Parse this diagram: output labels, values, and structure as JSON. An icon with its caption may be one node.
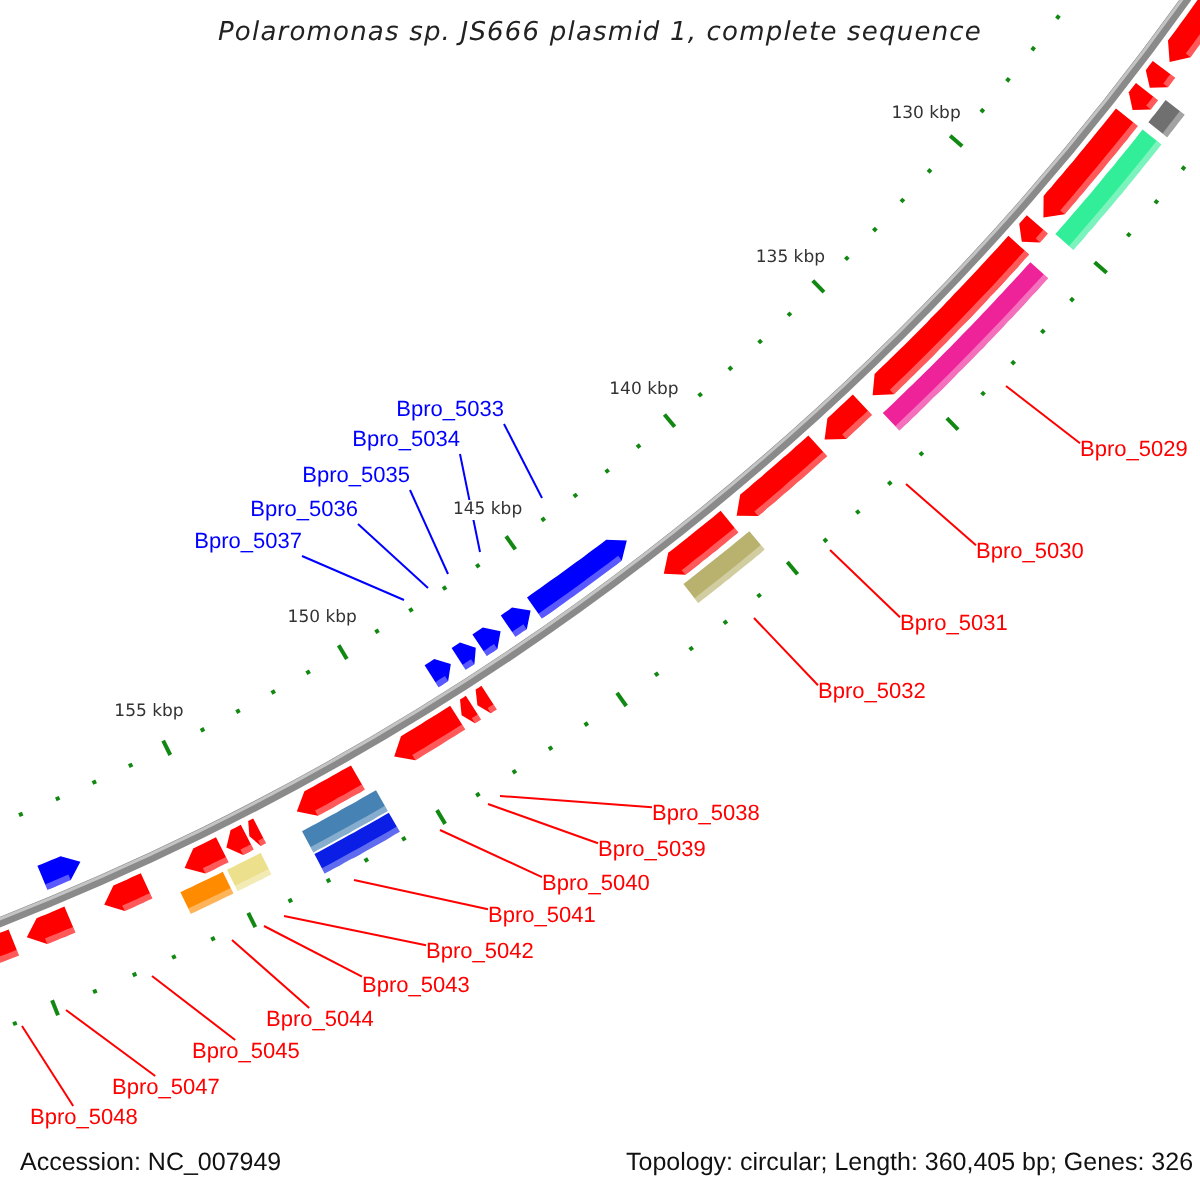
{
  "diagram": {
    "title": "Polaromonas sp. JS666 plasmid 1, complete sequence",
    "nodes": [
      {
        "text": [
          "Bpro_5033"
        ]
      },
      {
        "text": [
          "Bpro_5034"
        ]
      },
      {
        "text": [
          "Bpro_5029"
        ]
      },
      {
        "text": [
          "Bpro_5035"
        ]
      },
      {
        "text": [
          "Bpro_5036"
        ]
      },
      {
        "text": [
          "Bpro_5037"
        ]
      },
      {
        "text": [
          "Bpro_5030"
        ]
      },
      {
        "text": [
          "Bpro_5031"
        ]
      },
      {
        "text": [
          "Bpro_5032"
        ]
      },
      {
        "text": [
          "Bpro_5038"
        ]
      },
      {
        "text": [
          "Bpro_5039"
        ]
      },
      {
        "text": [
          "Bpro_5040"
        ]
      },
      {
        "text": [
          "Bpro_5041"
        ]
      },
      {
        "text": [
          "Bpro_5042"
        ]
      },
      {
        "text": [
          "Bpro_5043"
        ]
      },
      {
        "text": [
          "Bpro_5044"
        ]
      },
      {
        "text": [
          "Bpro_5045"
        ]
      },
      {
        "text": [
          "Bpro_5047"
        ]
      },
      {
        "text": [
          "Bpro_5048"
        ]
      }
    ],
    "edges": [
      {
        "from": 0,
        "to": null,
        "arrow": "none",
        "color": "#0000ff"
      },
      {
        "from": 1,
        "to": null,
        "arrow": "none",
        "color": "#0000ff"
      },
      {
        "from": 2,
        "to": null,
        "arrow": "none"
      },
      {
        "from": 3,
        "to": null,
        "arrow": "none",
        "color": "#0000ff"
      },
      {
        "from": 4,
        "to": null,
        "arrow": "none",
        "color": "#0000ff"
      },
      {
        "from": 5,
        "to": null,
        "arrow": "none",
        "color": "#0000ff"
      },
      {
        "from": 6,
        "to": null,
        "arrow": "none"
      },
      {
        "from": 7,
        "to": null,
        "arrow": "none"
      },
      {
        "from": 8,
        "to": null,
        "arrow": "none"
      },
      {
        "from": 9,
        "to": null,
        "arrow": "none"
      },
      {
        "from": 10,
        "to": null,
        "arrow": "none"
      },
      {
        "from": 11,
        "to": null,
        "arrow": "none"
      },
      {
        "from": 12,
        "to": null,
        "arrow": "none"
      },
      {
        "from": 13,
        "to": null,
        "arrow": "none"
      },
      {
        "from": 14,
        "to": null,
        "arrow": "none"
      },
      {
        "from": 15,
        "to": null,
        "arrow": "none"
      },
      {
        "from": 16,
        "to": null,
        "arrow": "none"
      },
      {
        "from": 17,
        "to": null,
        "arrow": "none"
      },
      {
        "from": 18,
        "to": null,
        "arrow": "none"
      }
    ],
    "labels": [
      "130 kbp",
      "135 kbp",
      "140 kbp",
      "145 kbp",
      "150 kbp",
      "155 kbp",
      "Accession: NC_007949",
      "Topology: circular; Length: 360,405 bp; Genes: 326"
    ]
  }
}
